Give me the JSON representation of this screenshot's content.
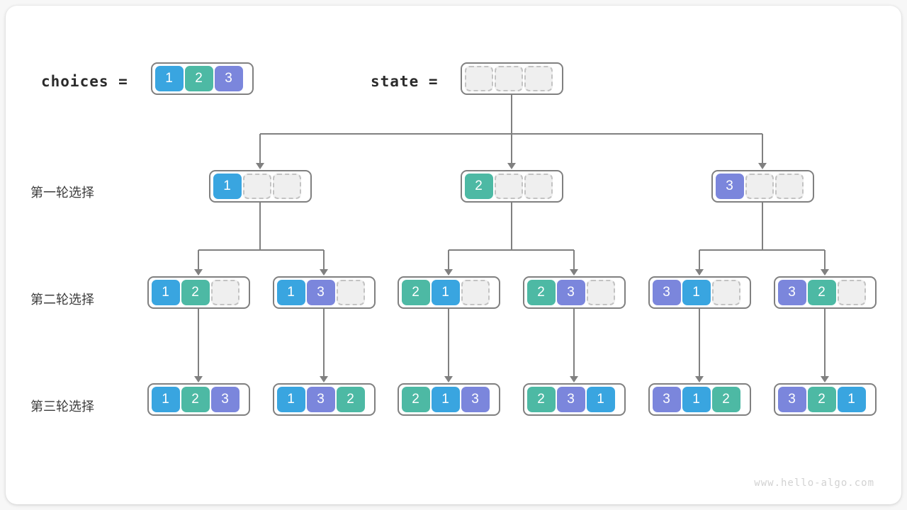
{
  "diagram": {
    "title_choices": "choices =",
    "title_state": "state =",
    "watermark": "www.hello-algo.com",
    "colors": {
      "value_1": "#39a5e0",
      "value_2": "#4db9a4",
      "value_3": "#7b86dc",
      "empty_fill": "#efefef",
      "empty_border": "#c3c3c3",
      "group_border": "#808080",
      "connector": "#808080",
      "canvas": "#f7f7f7",
      "frame": "#ffffff"
    },
    "row_labels": [
      "第一轮选择",
      "第二轮选择",
      "第三轮选择"
    ],
    "choices": [
      "1",
      "2",
      "3"
    ],
    "state": [
      "",
      "",
      ""
    ],
    "levels": [
      {
        "label": "第一轮选择",
        "nodes": [
          {
            "cells": [
              "1",
              "",
              ""
            ]
          },
          {
            "cells": [
              "2",
              "",
              ""
            ]
          },
          {
            "cells": [
              "3",
              "",
              ""
            ]
          }
        ]
      },
      {
        "label": "第二轮选择",
        "nodes": [
          {
            "cells": [
              "1",
              "2",
              ""
            ]
          },
          {
            "cells": [
              "1",
              "3",
              ""
            ]
          },
          {
            "cells": [
              "2",
              "1",
              ""
            ]
          },
          {
            "cells": [
              "2",
              "3",
              ""
            ]
          },
          {
            "cells": [
              "3",
              "1",
              ""
            ]
          },
          {
            "cells": [
              "3",
              "2",
              ""
            ]
          }
        ]
      },
      {
        "label": "第三轮选择",
        "nodes": [
          {
            "cells": [
              "1",
              "2",
              "3"
            ]
          },
          {
            "cells": [
              "1",
              "3",
              "2"
            ]
          },
          {
            "cells": [
              "2",
              "1",
              "3"
            ]
          },
          {
            "cells": [
              "2",
              "3",
              "1"
            ]
          },
          {
            "cells": [
              "3",
              "1",
              "2"
            ]
          },
          {
            "cells": [
              "3",
              "2",
              "1"
            ]
          }
        ]
      }
    ]
  }
}
